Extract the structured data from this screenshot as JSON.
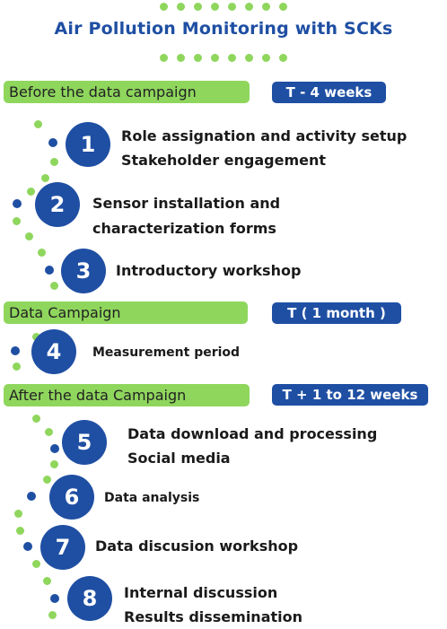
{
  "title": "Air Pollution Monitoring with SCKs",
  "phases": [
    {
      "label": "Before the data campaign",
      "timing": "T - 4 weeks"
    },
    {
      "label": "Data Campaign",
      "timing": "T  ( 1 month )"
    },
    {
      "label": "After the data Campaign",
      "timing": "T + 1 to 12 weeks"
    }
  ],
  "steps": [
    {
      "number": "1",
      "lines": [
        "Role assignation  and activity setup",
        "Stakeholder engagement"
      ]
    },
    {
      "number": "2",
      "lines": [
        "Sensor installation and",
        "characterization forms"
      ]
    },
    {
      "number": "3",
      "lines": [
        "Introductory workshop"
      ]
    },
    {
      "number": "4",
      "lines": [
        "Measurement period"
      ]
    },
    {
      "number": "5",
      "lines": [
        "Data download and processing",
        "Social media"
      ]
    },
    {
      "number": "6",
      "lines": [
        "Data analysis"
      ]
    },
    {
      "number": "7",
      "lines": [
        "Data discusion workshop"
      ]
    },
    {
      "number": "8",
      "lines": [
        "Internal discussion",
        "Results dissemination"
      ]
    }
  ],
  "colors": {
    "green": "#8fd65d",
    "blue": "#1f4fa3"
  }
}
